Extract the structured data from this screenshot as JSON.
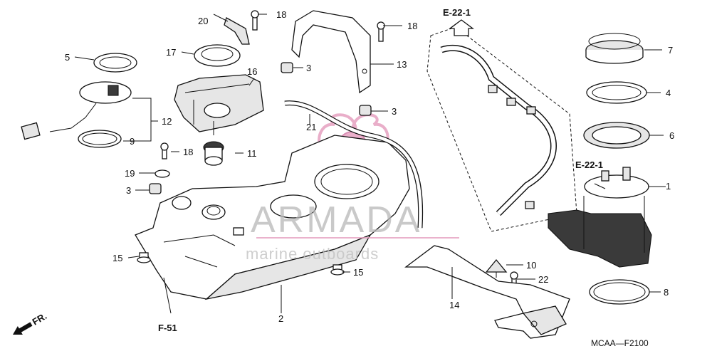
{
  "labels": {
    "p1": "1",
    "p2": "2",
    "p3a": "3",
    "p3b": "3",
    "p3c": "3",
    "p4": "4",
    "p5": "5",
    "p6": "6",
    "p7": "7",
    "p8": "8",
    "p9": "9",
    "p10": "10",
    "p11": "11",
    "p12": "12",
    "p13": "13",
    "p14": "14",
    "p15a": "15",
    "p15b": "15",
    "p16": "16",
    "p17": "17",
    "p18a": "18",
    "p18b": "18",
    "p18c": "18",
    "p19": "19",
    "p20": "20",
    "p21": "21",
    "p22": "22"
  },
  "refs": {
    "e22_top": "E-22-1",
    "e22_mid": "E-22-1",
    "f51": "F-51",
    "fr": "FR."
  },
  "watermark": {
    "title": "ARMADA",
    "subtitle": "marine outboards"
  },
  "diagram_code": "MCAA—F2100"
}
